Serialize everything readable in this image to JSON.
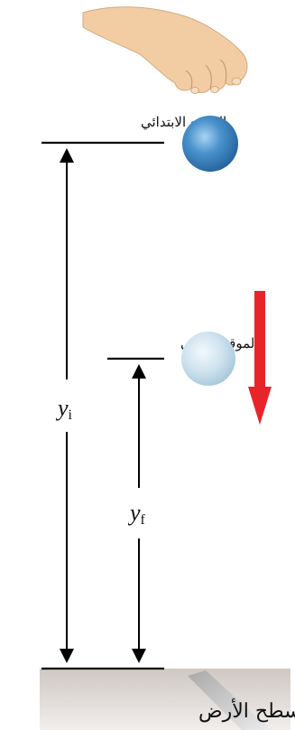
{
  "labels": {
    "initial_position": "الموقع الابتدائي",
    "final_position": "الموقع النهائي",
    "ground_surface": "سطح الأرض"
  },
  "variables": {
    "yi_symbol": "y",
    "yi_subscript": "i",
    "yf_symbol": "y",
    "yf_subscript": "f"
  },
  "colors": {
    "arrow_red": "#e8242b",
    "ball_initial": "#3a87c4",
    "ball_final": "#c3dbe9",
    "line": "#000000",
    "hand_skin": "#f2cda4"
  },
  "icons": {
    "hand": "hand-icon",
    "motion_arrow": "down-arrow-icon"
  }
}
